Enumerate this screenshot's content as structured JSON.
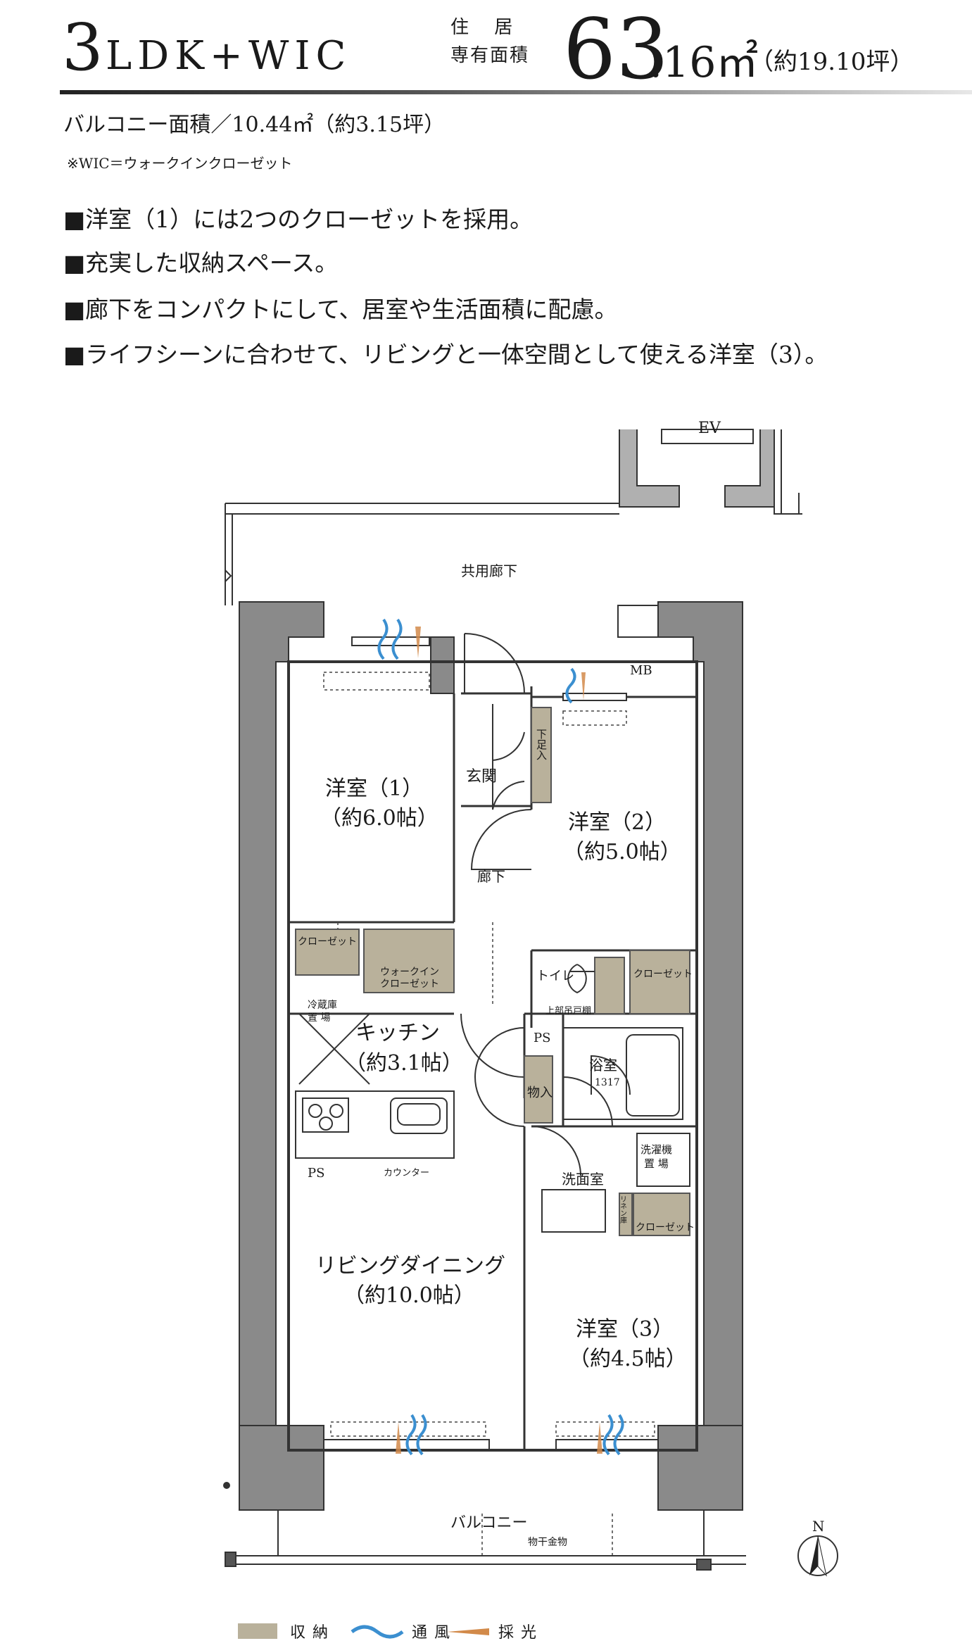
{
  "header": {
    "type_main": "3",
    "type_sub": "LDK+WIC",
    "label_line1": "住 居",
    "label_line2": "専有面積",
    "area_int": "63",
    "area_dec": ".16㎡",
    "area_tsubo": "（約19.10坪）",
    "balcony_area": "バルコニー面積／10.44㎡（約3.15坪）",
    "note": "※WIC＝ウォークインクローゼット"
  },
  "features": [
    "■洋室（1）には2つのクローゼットを採用。",
    "■充実した収納スペース。",
    "■廊下をコンパクトにして、居室や生活面積に配慮。",
    "■ライフシーンに合わせて、リビングと一体空間として使える洋室（3）。"
  ],
  "plan": {
    "ev": "EV",
    "common_corridor": "共用廊下",
    "mb": "MB",
    "room1_name": "洋室（1）",
    "room1_size": "（約6.0帖）",
    "room2_name": "洋室（2）",
    "room2_size": "（約5.0帖）",
    "room3_name": "洋室（3）",
    "room3_size": "（約4.5帖）",
    "entrance": "玄関",
    "shoe_box": "下足入",
    "hallway": "廊下",
    "closet": "クローゼット",
    "wic_line1": "ウォークイン",
    "wic_line2": "クローゼット",
    "fridge_line1": "冷蔵庫",
    "fridge_line2": "置 場",
    "kitchen_name": "キッチン",
    "kitchen_size": "（約3.1帖）",
    "ps": "PS",
    "counter": "カウンター",
    "toilet": "トイレ",
    "upper_cabinet": "上部吊戸棚",
    "bath": "浴室",
    "bath_size": "1317",
    "storage": "物入",
    "washer_line1": "洗濯機",
    "washer_line2": "置 場",
    "washroom": "洗面室",
    "linen": "リネン庫",
    "ld_name": "リビングダイニング",
    "ld_size": "（約10.0帖）",
    "balcony": "バルコニー",
    "drying_hardware": "物干金物",
    "north": "N"
  },
  "legend": {
    "storage": "収納",
    "ventilation": "通風",
    "daylight": "採光"
  },
  "colors": {
    "storage": "#b9b19b",
    "wall": "#8a8a8a",
    "ventilation": "#3b8fd0",
    "daylight": "#d28a4a"
  }
}
